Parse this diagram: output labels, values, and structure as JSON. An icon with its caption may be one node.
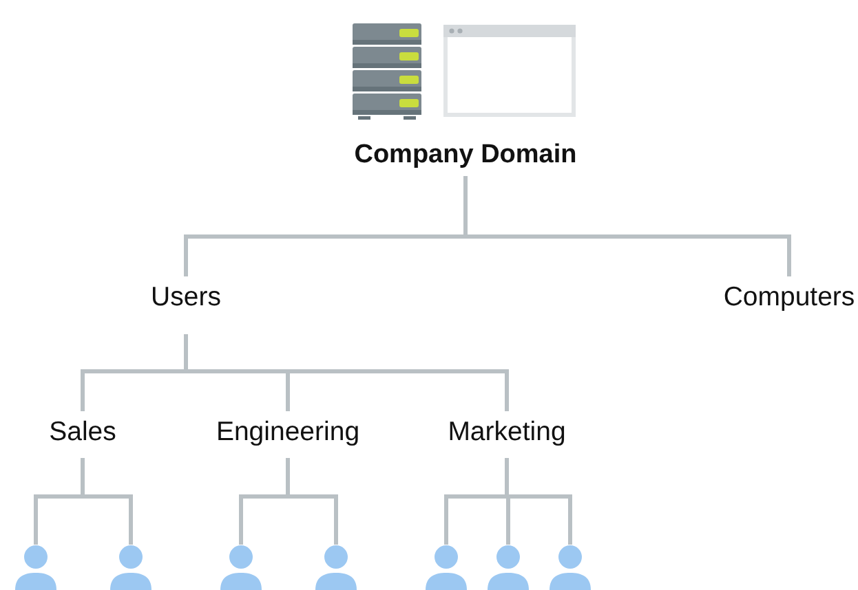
{
  "diagram": {
    "nodes": [
      {
        "text": [
          "Company Domain"
        ]
      },
      {
        "text": [
          "Users"
        ]
      },
      {
        "text": [
          "Computers"
        ]
      },
      {
        "text": [
          "Sales"
        ]
      },
      {
        "text": [
          "Engineering"
        ]
      },
      {
        "text": [
          "Marketing"
        ]
      },
      {
        "text": [],
        "shape": "person"
      },
      {
        "text": [],
        "shape": "person"
      },
      {
        "text": [],
        "shape": "person"
      },
      {
        "text": [],
        "shape": "person"
      },
      {
        "text": [],
        "shape": "person"
      },
      {
        "text": [],
        "shape": "person"
      },
      {
        "text": [],
        "shape": "person"
      }
    ],
    "edges": [
      {
        "from": 0,
        "to": 1,
        "arrow": "none"
      },
      {
        "from": 0,
        "to": 2,
        "arrow": "none"
      },
      {
        "from": 1,
        "to": 3,
        "arrow": "none"
      },
      {
        "from": 1,
        "to": 4,
        "arrow": "none"
      },
      {
        "from": 1,
        "to": 5,
        "arrow": "none"
      },
      {
        "from": 3,
        "to": 6,
        "arrow": "none"
      },
      {
        "from": 3,
        "to": 7,
        "arrow": "none"
      },
      {
        "from": 4,
        "to": 8,
        "arrow": "none"
      },
      {
        "from": 4,
        "to": 9,
        "arrow": "none"
      },
      {
        "from": 5,
        "to": 10,
        "arrow": "none"
      },
      {
        "from": 5,
        "to": 11,
        "arrow": "none"
      },
      {
        "from": 5,
        "to": 12,
        "arrow": "none"
      }
    ]
  }
}
